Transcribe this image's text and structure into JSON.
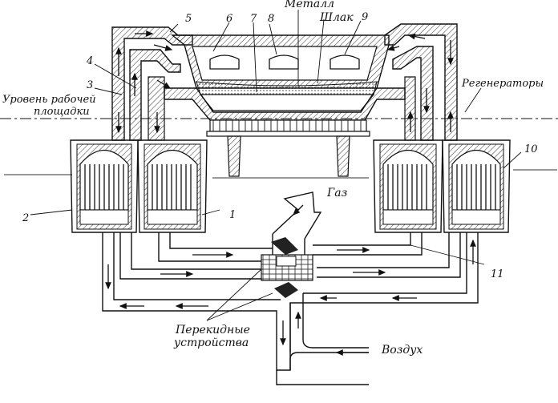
{
  "labels": {
    "metal": "Металл",
    "slag": "Шлак",
    "work_level_line1": "Уровень рабочей",
    "work_level_line2": "площадки",
    "regenerators": "Регенераторы",
    "gas": "Газ",
    "reversing_line1": "Перекидные",
    "reversing_line2": "устройства",
    "air": "Воздух"
  },
  "numbers": {
    "n1": "1",
    "n2": "2",
    "n3": "3",
    "n4": "4",
    "n5": "5",
    "n6": "6",
    "n7": "7",
    "n8": "8",
    "n9": "9",
    "n10": "10",
    "n11": "11"
  },
  "colors": {
    "ink": "#111111",
    "hatch": "#333333",
    "background": "#ffffff"
  }
}
